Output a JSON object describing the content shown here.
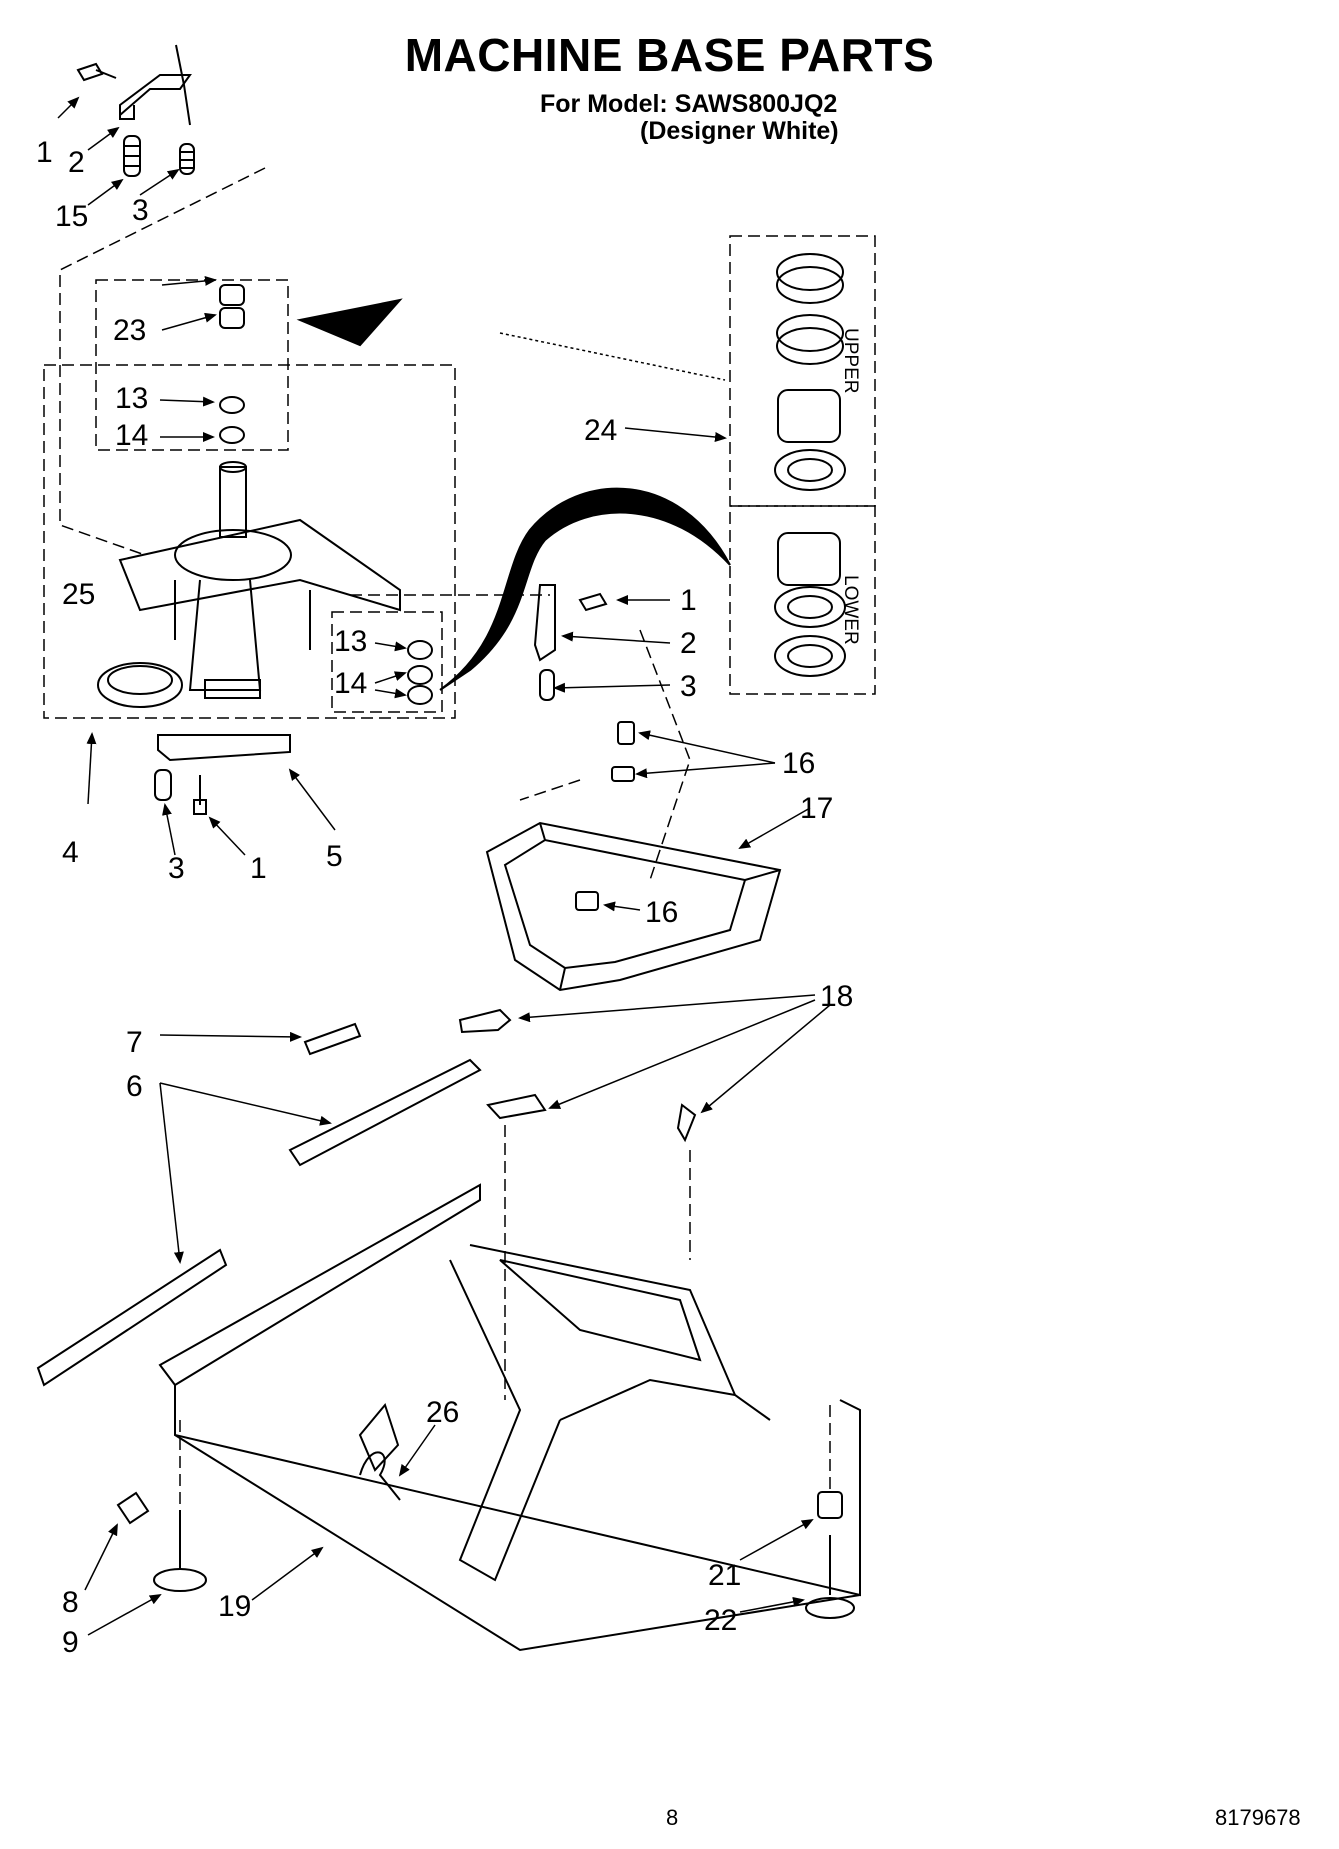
{
  "header": {
    "title": "MACHINE BASE PARTS",
    "model_line": "For Model: SAWS800JQ2",
    "variant": "(Designer White)"
  },
  "footer": {
    "page_number": "8",
    "document_number": "8179678"
  },
  "kit_labels": {
    "upper": "UPPER",
    "lower": "LOWER"
  },
  "callouts": {
    "c1a": "1",
    "c2a": "2",
    "c15": "15",
    "c3a": "3",
    "c23": "23",
    "c13a": "13",
    "c14a": "14",
    "c24": "24",
    "c25": "25",
    "c13b": "13",
    "c14b": "14",
    "c1b": "1",
    "c2b": "2",
    "c3b": "3",
    "c4": "4",
    "c3c": "3",
    "c1c": "1",
    "c5": "5",
    "c16a": "16",
    "c17": "17",
    "c16b": "16",
    "c18": "18",
    "c7": "7",
    "c6": "6",
    "c26": "26",
    "c8": "8",
    "c9": "9",
    "c19": "19",
    "c21": "21",
    "c22": "22"
  }
}
